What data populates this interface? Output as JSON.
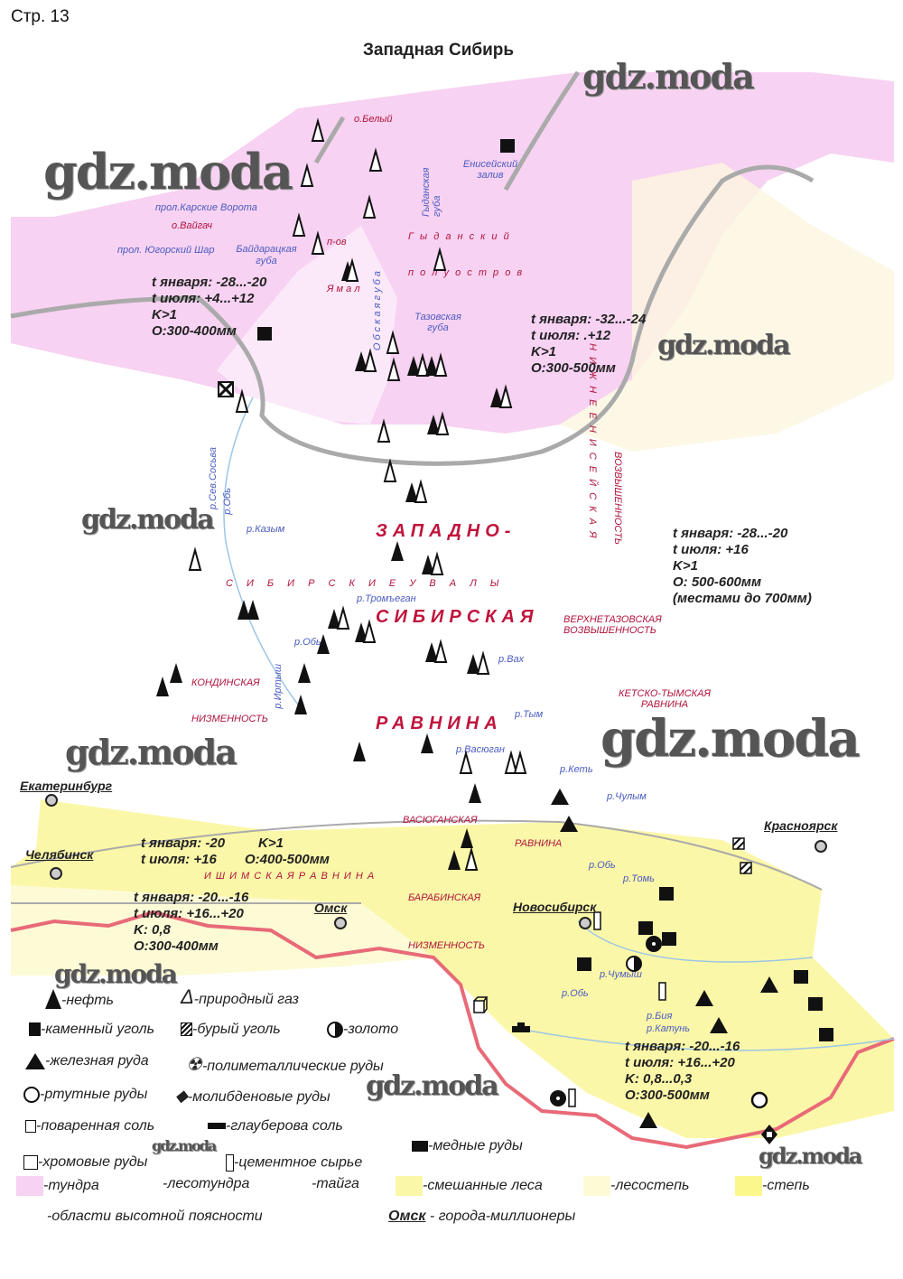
{
  "page_number": "Стр. 13",
  "title": "Западная Сибирь",
  "watermark": "gdz.moda",
  "geo_labels": {
    "beliy": "о.Белый",
    "karskie": "прол.Карские Ворота",
    "vaygach": "о.Вайгач",
    "yugorsky": "прол. Югорский Шар",
    "baydaratskaya": "Байдарацкая губа",
    "yamal_pov": "п-ов",
    "yamal": "Я м а л",
    "obskaya": "О б с к а я   г у б а",
    "gydanskaya_guba": "Гыданская губа",
    "gydansky": "Г ы д а н с к и й",
    "poluostrov": "п о л у о с т р о в",
    "tazovskaya": "Тазовская губа",
    "eniseysky": "Енисейский залив",
    "sosva": "р.Сев.Сосьва",
    "ob1": "р.Обь",
    "kazym": "р.Казым",
    "zapadno": "ЗАПАДНО-",
    "uvaly": "С И Б И Р С К И Е   У В А Л Ы",
    "sibirskaya": "СИБИРСКАЯ",
    "ravnina": "РАВНИНА",
    "tromegan": "р.Тромъеган",
    "ob2": "р.Обь",
    "vakh": "р.Вах",
    "kondinskaya": "КОНДИНСКАЯ",
    "nizmennost1": "НИЗМЕННОСТЬ",
    "irtysh": "р.Иртыш",
    "tym": "р.Тым",
    "vasyugan": "р.Васюган",
    "ket": "р.Кеть",
    "chulym": "р.Чулым",
    "nizhnyaya": "Н И Ж Н Е Е Н И С Е Й С К А Я",
    "vozvyshennost": "ВОЗВЫШЕННОСТЬ",
    "verkhnetazovskaya": "ВЕРХНЕТАЗОВСКАЯ ВОЗВЫШЕННОСТЬ",
    "ketsko": "КЕТСКО-ТЫМСКАЯ РАВНИНА",
    "vasyuganskaya": "ВАСЮГАНСКАЯ",
    "ravnina2": "РАВНИНА",
    "ishimskaya": "И Ш И М С К А Я   Р А В Н И Н А",
    "ob3": "р.Обь",
    "tom": "р.Томь",
    "barabinskaya": "БАРАБИНСКАЯ",
    "nizmennost2": "НИЗМЕННОСТЬ",
    "chumysh": "р.Чумыш",
    "ob4": "р.Обь",
    "biya": "р.Бия",
    "katun": "р.Катунь"
  },
  "cities": [
    "Екатеринбург",
    "Челябинск",
    "Омск",
    "Новосибирск",
    "Красноярск"
  ],
  "climate": [
    [
      "t января: -28...-20",
      "t июля: +4...+12",
      "K>1",
      "O:300-400мм"
    ],
    [
      "t января: -32...-24",
      "t июля: .+12",
      "K>1",
      "O:300-500мм"
    ],
    [
      "t января: -28...-20",
      "t июля: +16",
      "K>1",
      "O: 500-600мм",
      "(местами до 700мм)"
    ],
    [
      "t января: -20",
      "t июля: +16",
      "K>1",
      "O:400-500мм"
    ],
    [
      "t января: -20...-16",
      "t июля: +16...+20",
      "K: 0,8",
      "O:300-400мм"
    ],
    [
      "t января: -20...-16",
      "t июля: +16...+20",
      "K: 0,8...0,3",
      "O:300-500мм"
    ]
  ],
  "legend": {
    "oil": "-нефть",
    "gas": "-природный газ",
    "coal": "-каменный уголь",
    "brown_coal": "-бурый уголь",
    "gold": "-золото",
    "iron": "-железная руда",
    "polymetal": "-полиметаллические руды",
    "mercury": "-ртутные руды",
    "molybdenum": "-молибденовые руды",
    "salt": "-поваренная соль",
    "glauber": "-глауберова соль",
    "copper": "-медные руды",
    "chrome": "-хромовые руды",
    "cement": "-цементное сырье",
    "tundra": "-тундра",
    "forest_tundra": "-лесотундра",
    "taiga": "-тайга",
    "mixed": "-смешанные леса",
    "forest_steppe": "-лесостепь",
    "steppe": "-степь",
    "altitude": "-области высотной поясности",
    "million_city": "Омск",
    "million_text": " - города-миллионеры"
  },
  "colors": {
    "tundra": "#f7d2f2",
    "mixed": "#fbf7a8",
    "forest_steppe": "#fdfbd6",
    "steppe": "#fbf78c",
    "border": "#e86a78",
    "coast": "#999999"
  }
}
